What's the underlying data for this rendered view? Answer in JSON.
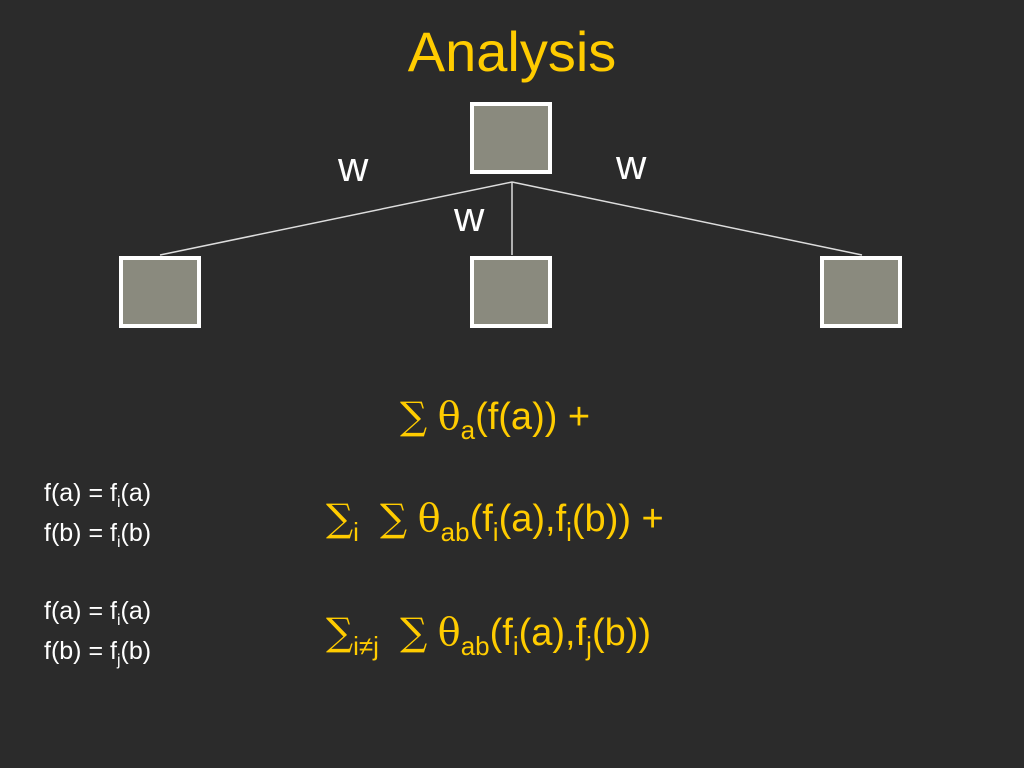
{
  "title": "Analysis",
  "colors": {
    "background": "#2b2b2b",
    "accent": "#ffcc00",
    "text": "#ffffff",
    "node_fill": "#8a8a7e",
    "node_border": "#ffffff"
  },
  "tree": {
    "edge_labels": [
      "w",
      "w",
      "w"
    ]
  },
  "equations": {
    "line1": {
      "sum": "∑",
      "theta": "θ",
      "sub": "a",
      "rest": "(f(a)) +"
    },
    "line2": {
      "sum": "∑",
      "sum_sub": "i",
      "sum2": "∑",
      "theta": "θ",
      "sub": "ab",
      "p1": "(f",
      "s1": "i",
      "p2": "(a),f",
      "s2": "i",
      "p3": "(b)) +"
    },
    "line3": {
      "sum": "∑",
      "sum_sub": "i≠j",
      "sum2": "∑",
      "theta": "θ",
      "sub": "ab",
      "p1": "(f",
      "s1": "i",
      "p2": "(a),f",
      "s2": "j",
      "p3": "(b))"
    }
  },
  "definitions": {
    "group1": [
      {
        "lhs": "f(a) = f",
        "sub": "i",
        "arg": "(a)"
      },
      {
        "lhs": "f(b) = f",
        "sub": "i",
        "arg": "(b)"
      }
    ],
    "group2": [
      {
        "lhs": "f(a) = f",
        "sub": "i",
        "arg": "(a)"
      },
      {
        "lhs": "f(b) = f",
        "sub": "j",
        "arg": "(b)"
      }
    ]
  }
}
